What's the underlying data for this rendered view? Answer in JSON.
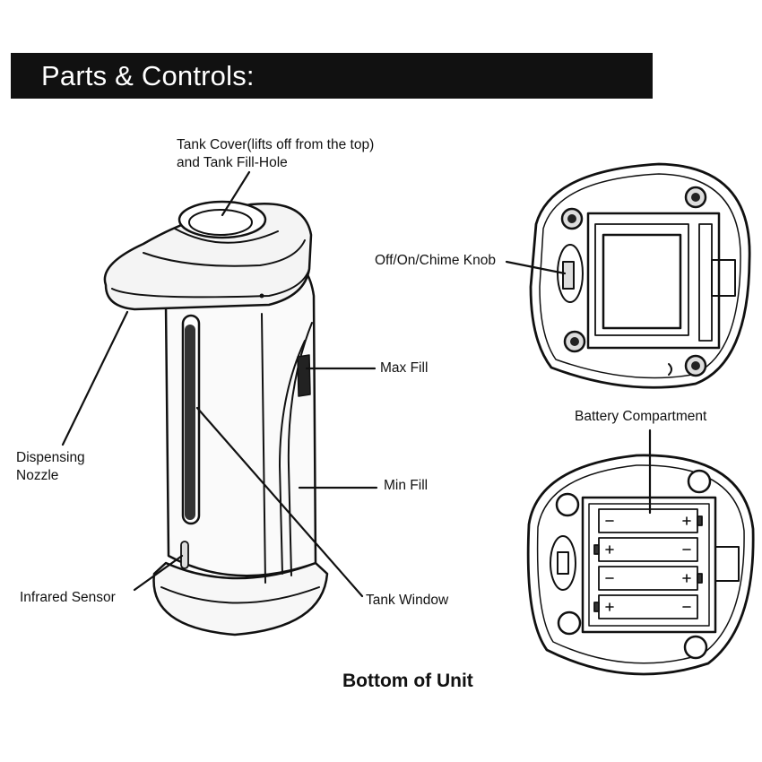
{
  "header": {
    "title": "Parts & Controls:"
  },
  "labels": {
    "tank_cover_line1": "Tank Cover(lifts off from the top)",
    "tank_cover_line2": "and Tank Fill-Hole",
    "off_on_chime_knob": "Off/On/Chime Knob",
    "max_fill": "Max Fill",
    "battery_compartment": "Battery Compartment",
    "dispensing_nozzle_line1": "Dispensing",
    "dispensing_nozzle_line2": "Nozzle",
    "min_fill": "Min Fill",
    "infrared_sensor": "Infrared Sensor",
    "tank_window": "Tank Window"
  },
  "caption": "Bottom of Unit",
  "colors": {
    "header_bg": "#111111",
    "header_text": "#ffffff",
    "line": "#111111"
  }
}
